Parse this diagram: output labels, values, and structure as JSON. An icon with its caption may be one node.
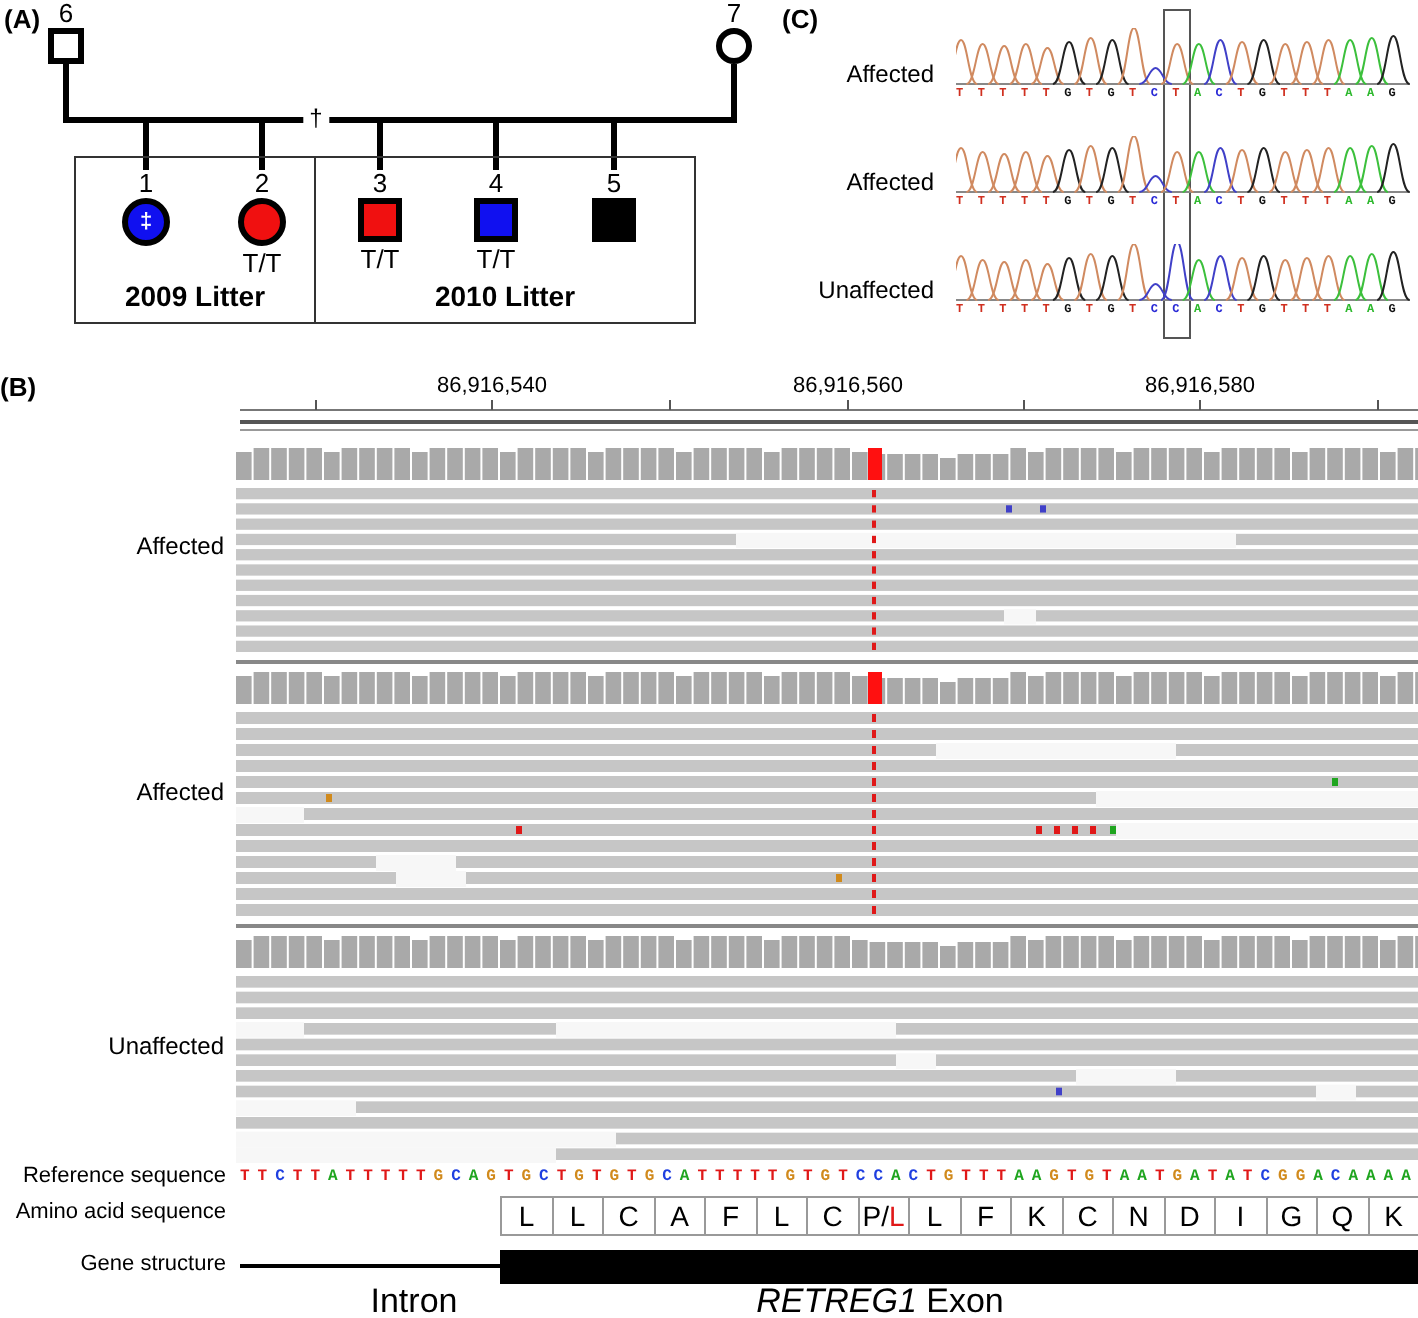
{
  "diagram": {
    "nodes": [
      {
        "text": [],
        "shape": "box",
        "beside": [
          "6"
        ]
      },
      {
        "text": [],
        "shape": "circle",
        "beside": [
          "7"
        ]
      },
      {
        "text": [
          "2009 Litter"
        ]
      },
      {
        "text": [
          "2010 Litter"
        ]
      },
      {
        "text": [
          "‡"
        ],
        "in": 2,
        "beside": [
          "1"
        ]
      },
      {
        "text": [],
        "shape": "circle",
        "in": 2,
        "beside": [
          "2",
          "T/T"
        ]
      },
      {
        "text": [],
        "shape": "box",
        "in": 3,
        "beside": [
          "3",
          "T/T"
        ]
      },
      {
        "text": [],
        "shape": "box",
        "in": 3,
        "beside": [
          "4",
          "T/T"
        ]
      },
      {
        "text": [],
        "shape": "box",
        "in": 3,
        "beside": [
          "5"
        ]
      }
    ],
    "edges": [
      {
        "from": 0,
        "to": 1,
        "arrow": "none",
        "label": "†"
      },
      {
        "from": null,
        "to": 4,
        "arrow": "none"
      },
      {
        "from": null,
        "to": 5,
        "arrow": "none"
      },
      {
        "from": null,
        "to": 6,
        "arrow": "none"
      },
      {
        "from": null,
        "to": 7,
        "arrow": "none"
      },
      {
        "from": null,
        "to": 8,
        "arrow": "none"
      }
    ],
    "labels": [
      "(A)",
      "(C)",
      "Affected",
      "TTTTTGTGTCTACTGTTTAAG",
      "Affected",
      "TTTTTGTGTCTACTGTTTAAG",
      "Unaffected",
      "TTTTTGTGTCCACTGTTTAAG",
      "(B)",
      "86,916,540",
      "86,916,560",
      "86,916,580",
      "Affected",
      "Affected",
      "Unaffected",
      "Reference sequence",
      "TTCTTATTTTTGCAGTGCTGTGTGCATTTTTGTGTCCACTGTTTAAGTGTAATGATATCGGACAAAA",
      "Amino acid sequence",
      "L",
      "L",
      "C",
      "A",
      "F",
      "L",
      "C",
      "P/L",
      "L",
      "F",
      "K",
      "C",
      "N",
      "D",
      "I",
      "G",
      "Q",
      "K",
      "Gene structure",
      "Intron",
      "*RETREG1* Exon"
    ]
  }
}
